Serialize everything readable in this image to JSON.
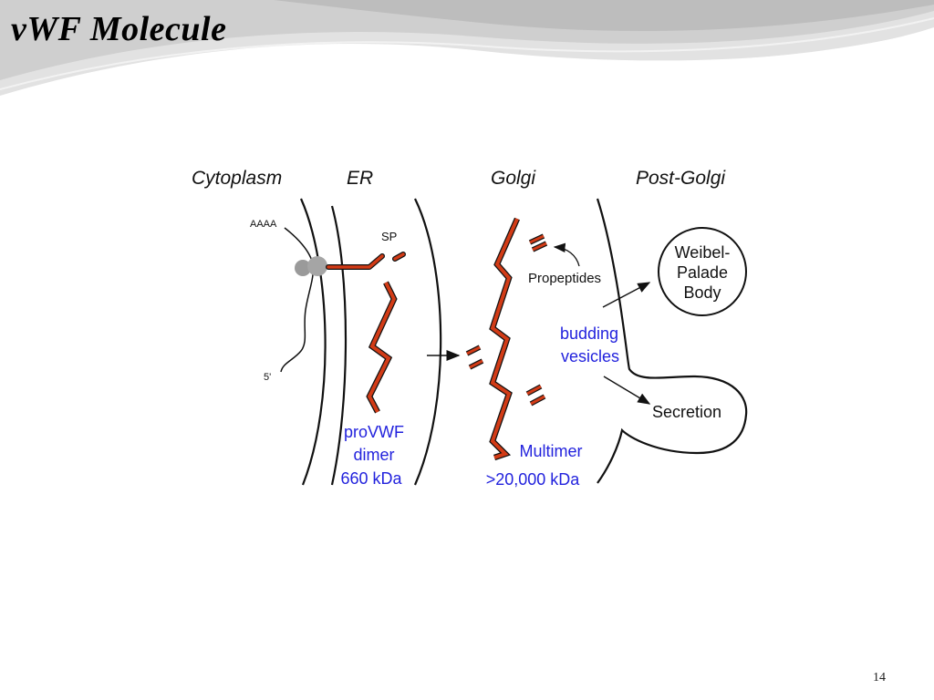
{
  "slide": {
    "title": "vWF Molecule",
    "page_number": "14"
  },
  "diagram": {
    "compartments": [
      "Cytoplasm",
      "ER",
      "Golgi",
      "Post-Golgi"
    ],
    "mrna": {
      "poly_a": "AAAA",
      "five_prime": "5'"
    },
    "signal_peptide": "SP",
    "propeptides": "Propeptides",
    "er_product": [
      "proVWF",
      "dimer",
      "660 kDa"
    ],
    "golgi_product": [
      "Multimer",
      ">20,000 kDa"
    ],
    "budding": [
      "budding",
      "vesicles"
    ],
    "storage": [
      "Weibel-",
      "Palade",
      "Body"
    ],
    "secretion": "Secretion"
  },
  "colors": {
    "protein": "#d23b16",
    "highlight_text": "#2222dd",
    "ribosome": "#9a9a9a"
  }
}
